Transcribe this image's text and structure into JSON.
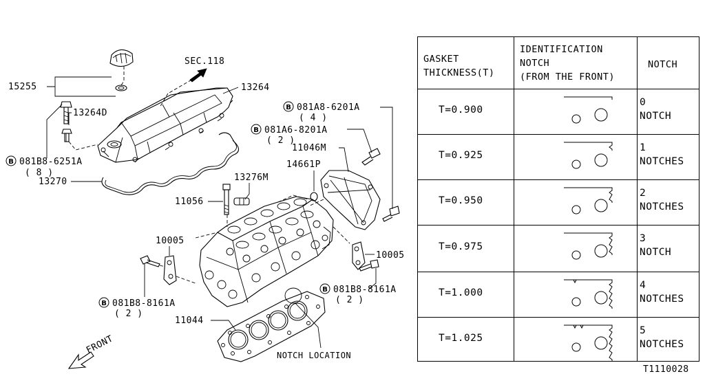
{
  "parts": {
    "p15255": "15255",
    "p13264": "13264",
    "p13264D": "13264D",
    "sec118": "SEC.118",
    "b081B8_6251A": "081B8-6251A",
    "q8": "( 8 )",
    "p13270": "13270",
    "b081A8_6201A": "081A8-6201A",
    "q4": "( 4 )",
    "b081A6_8201A": "081A6-8201A",
    "q2a": "( 2 )",
    "p11046M": "11046M",
    "p14661P": "14661P",
    "p13276M": "13276M",
    "p11056": "11056",
    "p10005_left": "10005",
    "p10005_right": "10005",
    "b081B8_8161A_left": "081B8-8161A",
    "q2_left": "( 2 )",
    "b081B8_8161A_right": "081B8-8161A",
    "q2_right": "( 2 )",
    "p11044": "11044",
    "notch_location": "NOTCH LOCATION",
    "front": "FRONT",
    "bolt_symbol": "B"
  },
  "table": {
    "headers": {
      "col1": "GASKET\nTHICKNESS(T)",
      "col2": "IDENTIFICATION\nNOTCH\n(FROM THE FRONT)",
      "col3": "NOTCH"
    },
    "rows": [
      {
        "thickness": "T=0.900",
        "notch_count": 0,
        "notch_text": "0\nNOTCH"
      },
      {
        "thickness": "T=0.925",
        "notch_count": 1,
        "notch_text": "1\nNOTCHES"
      },
      {
        "thickness": "T=0.950",
        "notch_count": 2,
        "notch_text": "2\nNOTCHES"
      },
      {
        "thickness": "T=0.975",
        "notch_count": 3,
        "notch_text": "3\nNOTCH"
      },
      {
        "thickness": "T=1.000",
        "notch_count": 4,
        "notch_text": "4\nNOTCHES"
      },
      {
        "thickness": "T=1.025",
        "notch_count": 5,
        "notch_text": "5\nNOTCHES"
      }
    ]
  },
  "figure_code": "T1110028"
}
